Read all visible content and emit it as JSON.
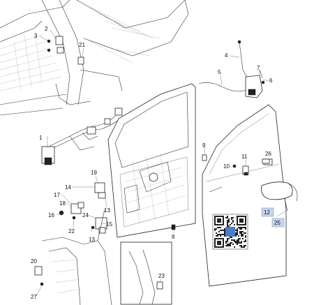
{
  "diagram": {
    "callouts": [
      "1",
      "2",
      "3",
      "4",
      "5",
      "6",
      "7",
      "8",
      "9",
      "10",
      "11",
      "12",
      "13",
      "14",
      "15",
      "16",
      "17",
      "18",
      "19",
      "20",
      "21",
      "22",
      "23",
      "24",
      "25",
      "26",
      "27"
    ],
    "highlighted": [
      "12",
      "25"
    ]
  },
  "colors": {
    "highlight": "#c8d4ea",
    "ink": "#222222"
  }
}
